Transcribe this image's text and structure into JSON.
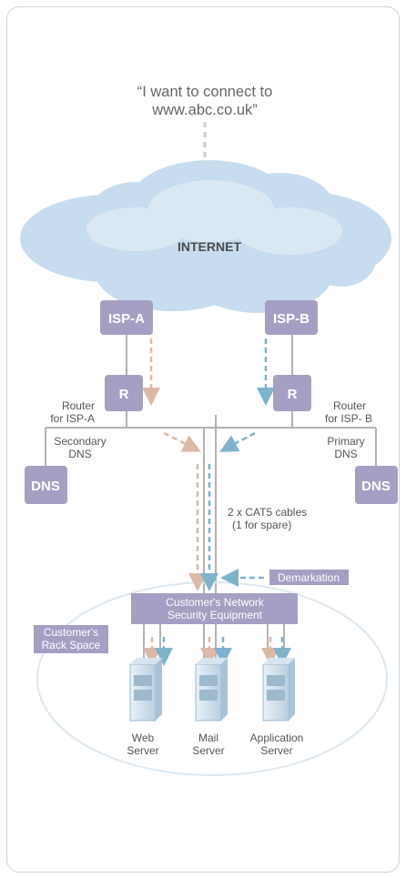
{
  "quote": {
    "line1": "“I want to connect to",
    "line2": "www.abc.co.uk”"
  },
  "internet_label": "INTERNET",
  "isp_a": "ISP-A",
  "isp_b": "ISP-B",
  "router_a": "R",
  "router_b": "R",
  "router_a_label": {
    "line1": "Router",
    "line2": "for ISP-A"
  },
  "router_b_label": {
    "line1": "Router",
    "line2": "for ISP- B"
  },
  "dns_left": "DNS",
  "dns_right": "DNS",
  "secondary_dns": {
    "line1": "Secondary",
    "line2": "DNS"
  },
  "primary_dns": {
    "line1": "Primary",
    "line2": "DNS"
  },
  "cables": {
    "line1": "2 x CAT5 cables",
    "line2": "(1 for spare)"
  },
  "demarkation": "Demarkation",
  "security": {
    "line1": "Customer's Network",
    "line2": "Security Equipment"
  },
  "rack_space": {
    "line1": "Customer's",
    "line2": "Rack Space"
  },
  "servers": {
    "web": {
      "line1": "Web",
      "line2": "Server"
    },
    "mail": {
      "line1": "Mail",
      "line2": "Server"
    },
    "app": {
      "line1": "Application",
      "line2": "Server"
    }
  },
  "colors": {
    "purple": "#a49fc3",
    "cloud": "#cfe2f0",
    "tan_arrow": "#dcb9a6",
    "blue_arrow": "#7fb3cc",
    "line": "#b3b3b3"
  }
}
